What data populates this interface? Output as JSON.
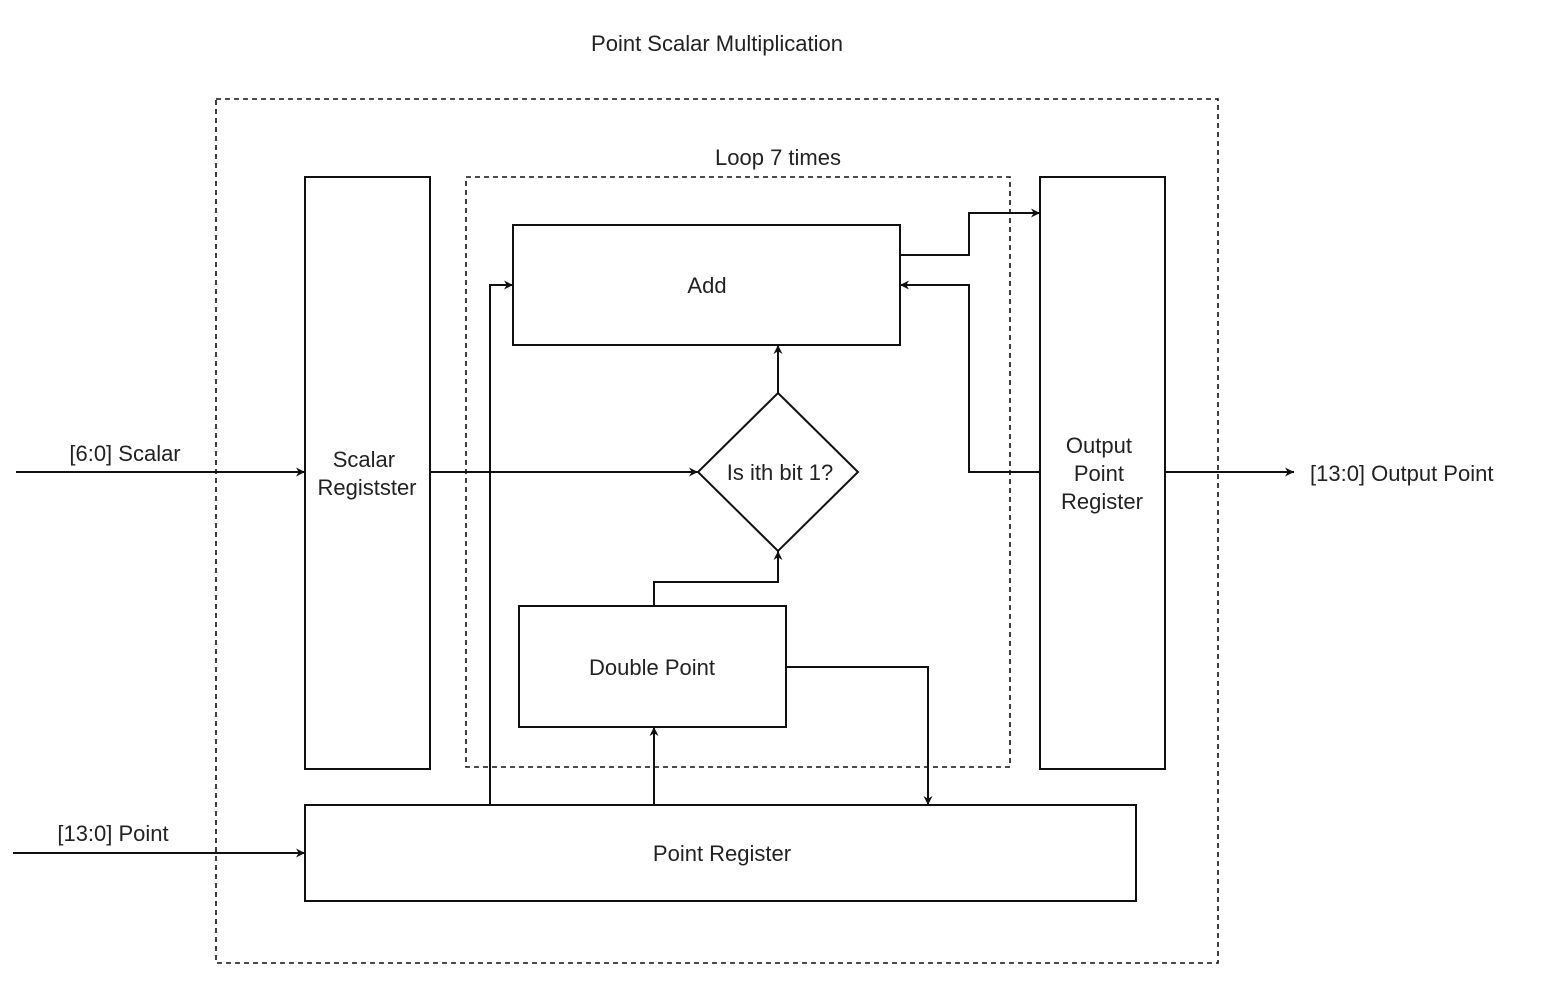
{
  "title": "Point Scalar Multiplication",
  "loop_label": "Loop 7 times",
  "blocks": {
    "scalar_register": [
      "Scalar",
      "Registster"
    ],
    "add": "Add",
    "decision": "Is ith bit 1?",
    "double_point": "Double Point",
    "output_register": [
      "Output",
      "Point",
      "Register"
    ],
    "point_register": "Point Register"
  },
  "io": {
    "scalar_input": "[6:0] Scalar",
    "point_input": "[13:0] Point",
    "output_point": "[13:0] Output Point"
  },
  "colors": {
    "stroke": "#111111",
    "text": "#222222",
    "background": "#ffffff"
  }
}
